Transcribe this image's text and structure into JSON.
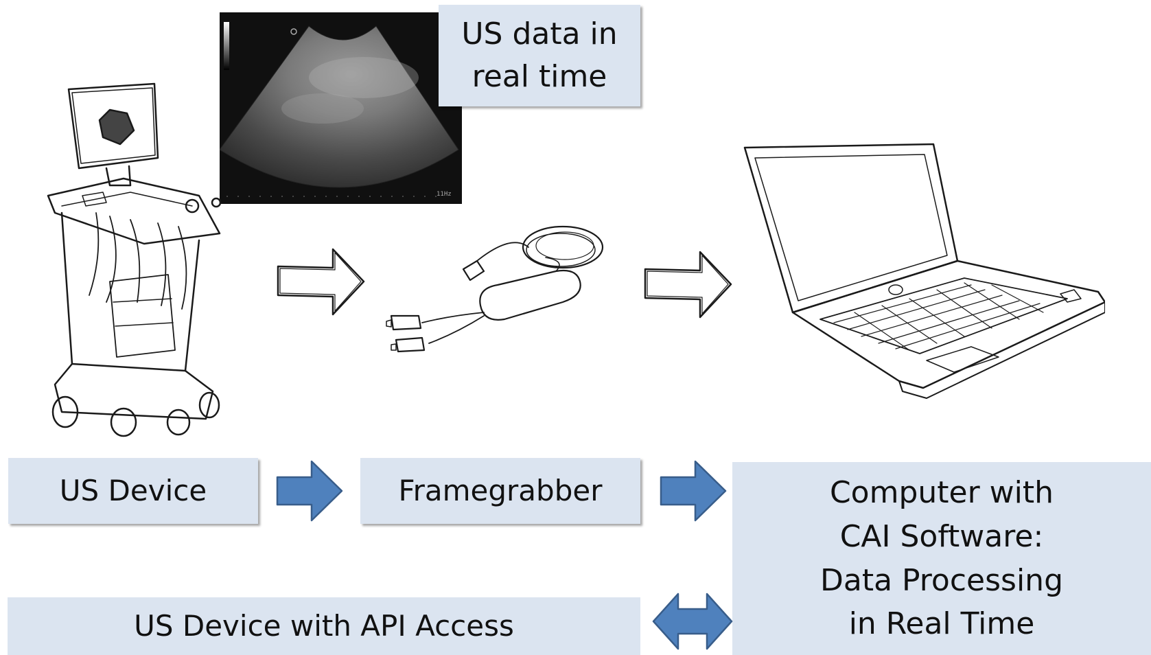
{
  "callout": {
    "text": "US data in\nreal time"
  },
  "flow": {
    "us_device": "US Device",
    "framegrabber": "Framegrabber",
    "computer": "Computer with\nCAI Software:\nData Processing\nin Real Time",
    "api_device": "US Device with API Access"
  },
  "ultrasound_image": {
    "scale_label": "11Hz"
  },
  "colors": {
    "box_fill": "#dbe4f0",
    "arrow_fill": "#4f81bd",
    "arrow_stroke": "#385d8a",
    "sketch_ink": "#1a1a1a"
  },
  "icons": {
    "ultrasound_cart": "ultrasound-machine-icon",
    "framegrabber_cable": "usb-framegrabber-icon",
    "laptop": "laptop-icon",
    "sketch_arrow": "outline-arrow-icon",
    "flow_arrow": "right-arrow-icon",
    "bidirectional_arrow": "double-arrow-icon"
  }
}
